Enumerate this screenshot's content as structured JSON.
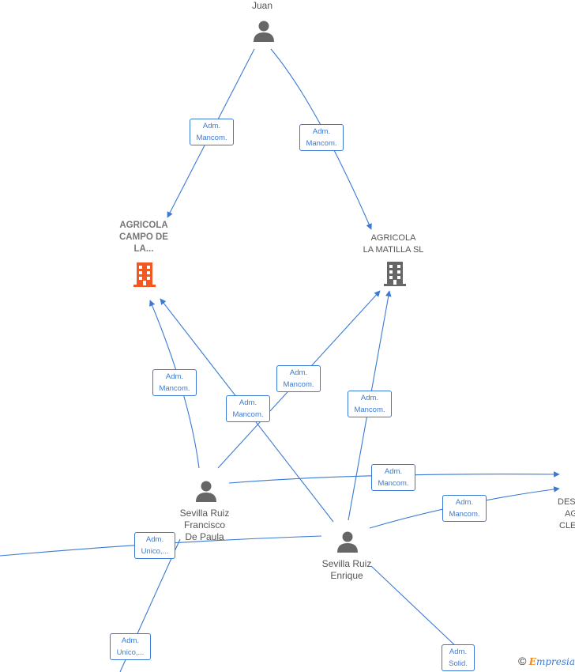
{
  "colors": {
    "edge": "#3a7ad5",
    "person": "#666666",
    "company_active": "#f05a22",
    "company_inactive": "#666666"
  },
  "nodes": {
    "juan": "Juan",
    "agricola_campo": [
      "AGRICOLA",
      "CAMPO DE",
      "LA..."
    ],
    "agricola_matilla": [
      "AGRICOLA",
      "LA MATILLA  SL"
    ],
    "francisco": [
      "Sevilla Ruiz",
      "Francisco",
      "De Paula"
    ],
    "enrique": [
      "Sevilla Ruiz",
      "Enrique"
    ],
    "des": [
      "DES",
      "AG",
      "CLE"
    ]
  },
  "edge_labels": {
    "e1": [
      "Adm.",
      "Mancom."
    ],
    "e2": [
      "Adm.",
      "Mancom."
    ],
    "e3": [
      "Adm.",
      "Mancom."
    ],
    "e4": [
      "Adm.",
      "Mancom."
    ],
    "e5": [
      "Adm.",
      "Mancom."
    ],
    "e6": [
      "Adm.",
      "Mancom."
    ],
    "e7": [
      "Adm.",
      "Mancom."
    ],
    "e8": [
      "Adm.",
      "Mancom."
    ],
    "e9": [
      "Adm.",
      "Unico,..."
    ],
    "e10": [
      "Adm.",
      "Unico,..."
    ],
    "e11": [
      "Adm.",
      "Solid."
    ]
  },
  "brand": {
    "copyright": "©",
    "e": "E",
    "rest": "mpresia"
  },
  "icons": {
    "person": "person-icon",
    "company": "building-icon"
  }
}
